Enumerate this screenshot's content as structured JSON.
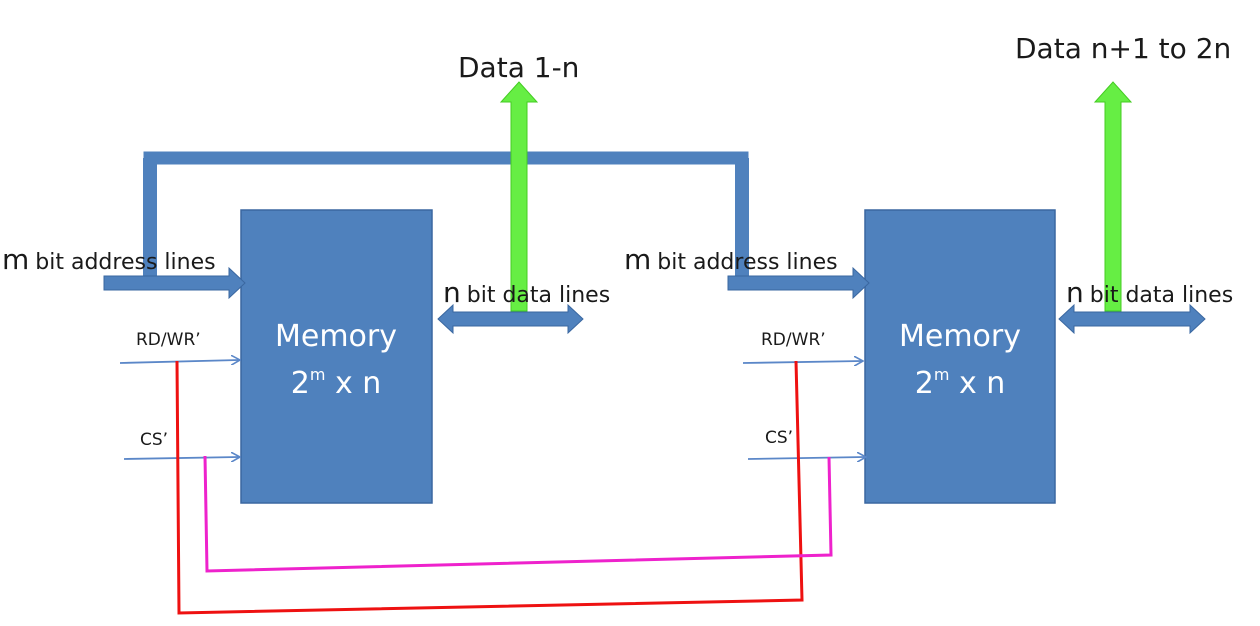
{
  "colors": {
    "block_fill": "#4f81bd",
    "block_stroke": "#3a67a0",
    "bus": "#4f81bd",
    "data_out": "#66ee44",
    "rdwr_line": "#ee1111",
    "cs_line": "#ee22cc",
    "signal_arrow": "#5b87c8"
  },
  "labels": {
    "data_out_left": "Data 1-n",
    "data_out_right": "Data n+1 to 2n",
    "address_m": "m",
    "address_text": "bit address lines",
    "data_n": "n",
    "data_text": "bit data lines",
    "rdwr": "RD/WR’",
    "cs": "CS’"
  },
  "memory_blocks": [
    {
      "title": "Memory",
      "size_base": "2",
      "size_exp": "m",
      "size_rest": " x n"
    },
    {
      "title": "Memory",
      "size_base": "2",
      "size_exp": "m",
      "size_rest": " x n"
    }
  ]
}
